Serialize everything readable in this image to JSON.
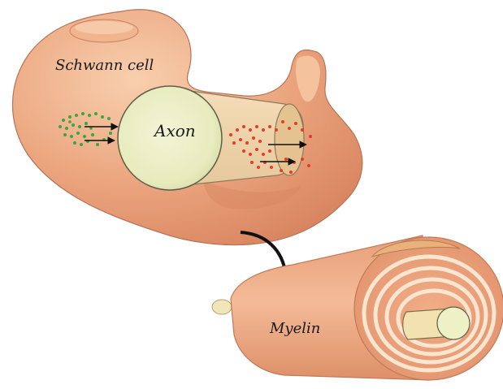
{
  "labels": {
    "schwann_cell": "Schwann cell",
    "axon": "Axon",
    "myelin": "Myelin"
  },
  "colors": {
    "cell_body": "#eba57e",
    "cell_highlight": "#f6c7a6",
    "cell_shadow": "#d98862",
    "cell_outline": "#8a5a44",
    "axon_fill": "#eef0c6",
    "axon_outline": "#6b6b55",
    "green_dots": "#3aa640",
    "red_dots": "#e83a2a",
    "wrap_light": "#fde5d0",
    "arrow": "#111111"
  },
  "icons": {
    "curved_arrow": "curved-arrow-down-icon",
    "flow_arrows": "arrow-right-icon"
  }
}
